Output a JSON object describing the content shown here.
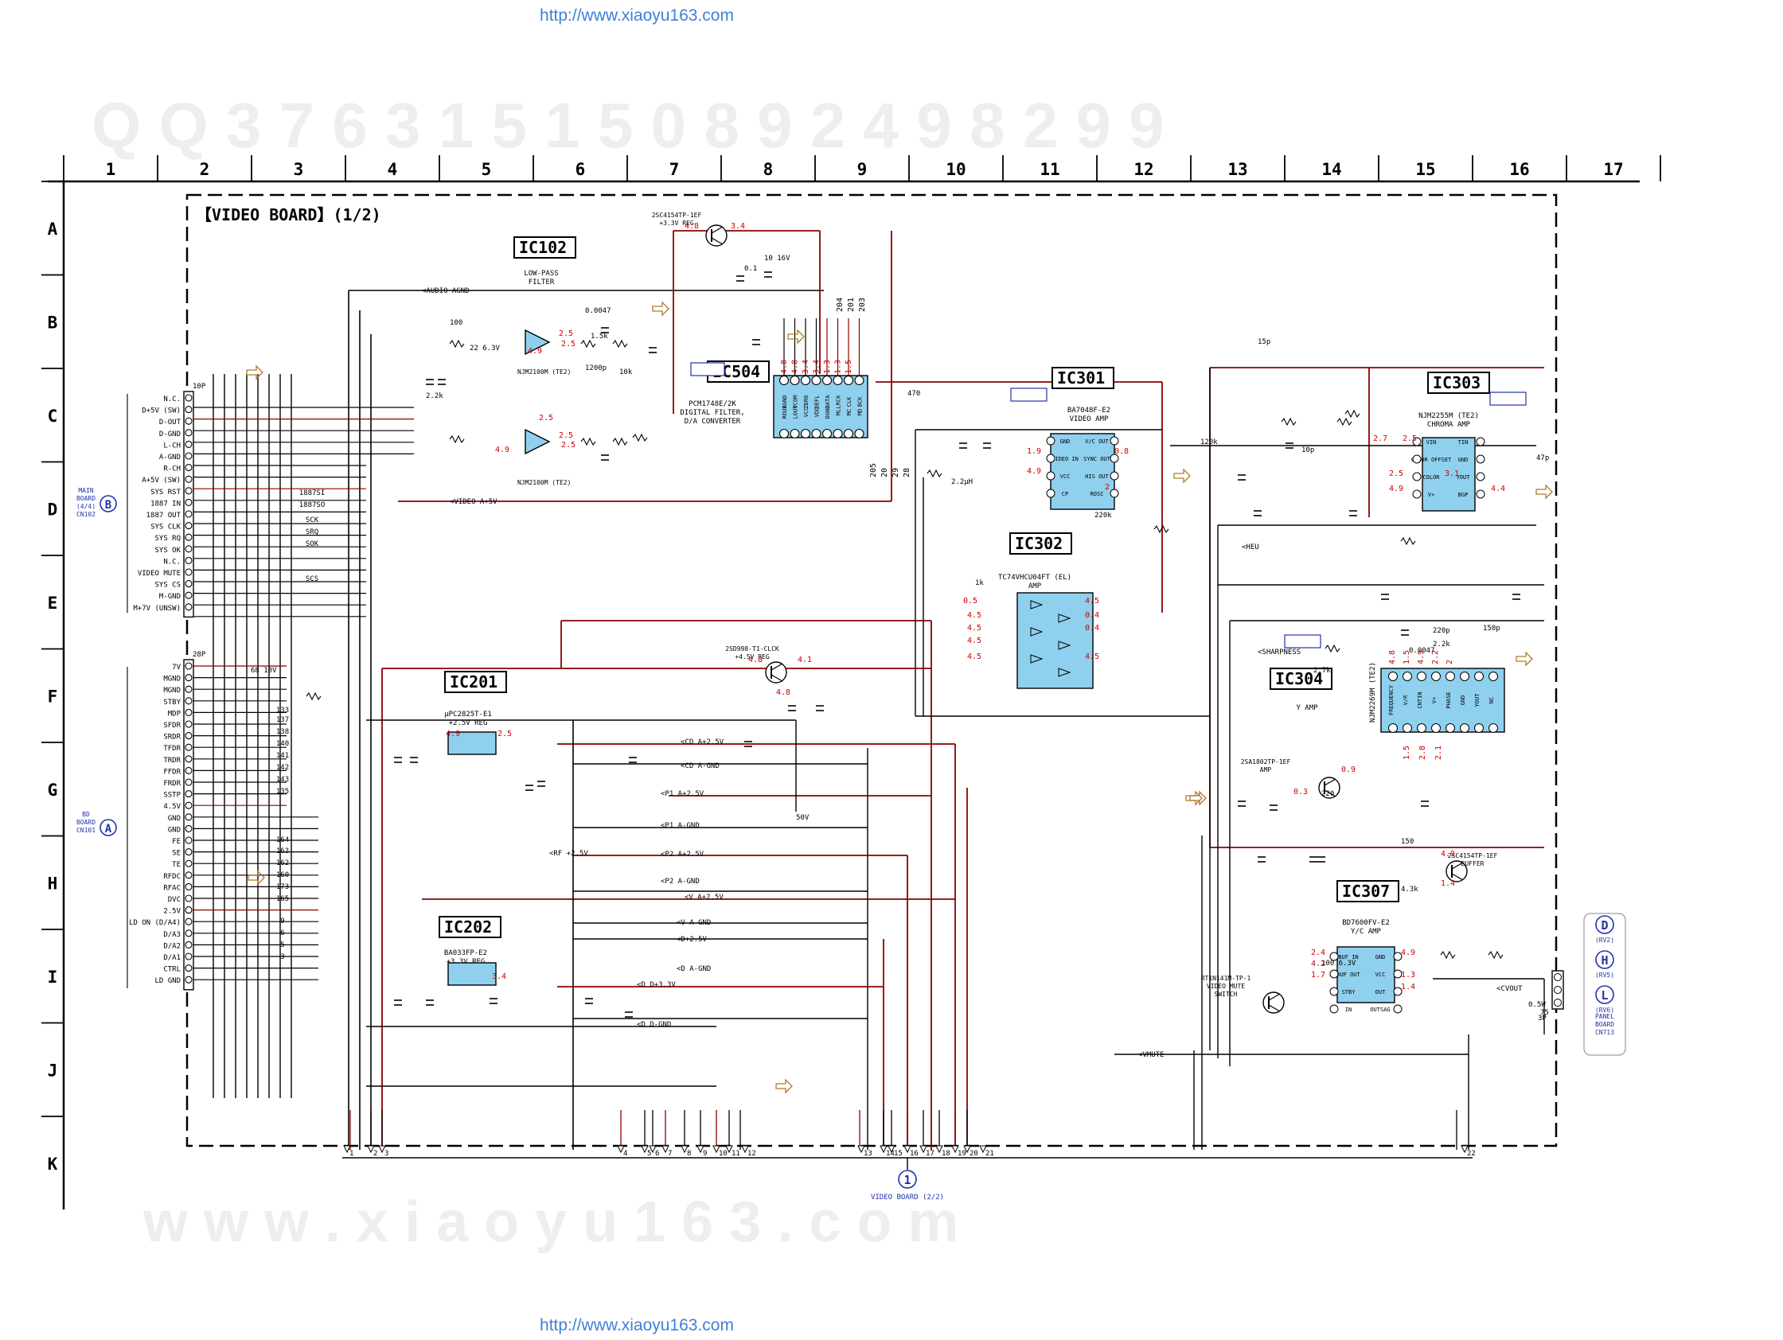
{
  "header_url": "http://www.xiaoyu163.com",
  "footer_url": "http://www.xiaoyu163.com",
  "watermark_top": "Q Q 3 7 6 3 1 5 1 5 0   8 9 2 4 9 8 2 9 9",
  "watermark_bottom": "w w w . x i a o y u 1 6 3 . c o m",
  "board_title": "【VIDEO BOARD】(1/2)",
  "columns": [
    "1",
    "2",
    "3",
    "4",
    "5",
    "6",
    "7",
    "8",
    "9",
    "10",
    "11",
    "12",
    "13",
    "14",
    "15",
    "16",
    "17"
  ],
  "rows": [
    "A",
    "B",
    "C",
    "D",
    "E",
    "F",
    "G",
    "H",
    "I",
    "J",
    "K"
  ],
  "colors": {
    "wire": "#000000",
    "power": "#8b0000",
    "voltage": "#d00000",
    "ic_fill": "#8fd0ee",
    "board_ref": "#2233aa"
  },
  "ics": [
    {
      "ref": "IC102",
      "desc": [
        "LOW-PASS",
        "FILTER"
      ]
    },
    {
      "ref": "IC504",
      "desc": [
        "PCM1748E/2K",
        "DIGITAL FILTER,",
        "D/A CONVERTER"
      ]
    },
    {
      "ref": "IC301",
      "desc": [
        "BA7048F-E2",
        "VIDEO AMP"
      ]
    },
    {
      "ref": "IC302",
      "desc": [
        "TC74VHCU04FT (EL)",
        "AMP"
      ]
    },
    {
      "ref": "IC303",
      "desc": [
        "NJM2255M (TE2)",
        "CHROMA AMP"
      ]
    },
    {
      "ref": "IC304",
      "desc": [
        "Y AMP"
      ]
    },
    {
      "ref": "IC201",
      "desc": [
        "μPC2825T-E1",
        "+2.5V REG"
      ]
    },
    {
      "ref": "IC202",
      "desc": [
        "BA033FP-E2",
        "+3.3V REG"
      ]
    },
    {
      "ref": "IC307",
      "desc": [
        "BD7600FV-E2",
        "Y/C AMP"
      ]
    }
  ],
  "transistor_labels": [
    [
      "2SC4154TP-1EF",
      "+3.3V REG"
    ],
    [
      "2SD998-T1-CLCK",
      "+4.5V REG"
    ],
    [
      "2SA1802TP-1EF",
      "AMP"
    ],
    [
      "2SC4154TP-1EF",
      "BUFFER"
    ],
    [
      "RT1N141M-TP-1",
      "VIDEO MUTE",
      "SWITCH"
    ]
  ],
  "ic102_parts": [
    "NJM2100M (TE2)",
    "NJM2100M (TE2)"
  ],
  "ic304_part": "NJM2269M (TE2)",
  "connector_main": {
    "header": "10P",
    "pins": [
      "N.C.",
      "D+5V (SW)",
      "D-OUT",
      "D-GND",
      "L-CH",
      "A-GND",
      "R-CH",
      "A+5V (SW)",
      "SYS RST",
      "1887 IN",
      "1887 OUT",
      "SYS CLK",
      "SYS RQ",
      "SYS OK",
      "N.C.",
      "VIDEO MUTE",
      "SYS CS",
      "M-GND",
      "M+7V (UNSW)"
    ],
    "board": [
      "MAIN",
      "BOARD",
      "(4/4)",
      "CN102"
    ],
    "marker": "B"
  },
  "connector_bd": {
    "header": "28P",
    "pins": [
      "7V",
      "MGND",
      "MGND",
      "STBY",
      "MDP",
      "SFDR",
      "SRDR",
      "TFDR",
      "TRDR",
      "FFDR",
      "FRDR",
      "SSTP",
      "4.5V",
      "GND",
      "GND",
      "FE",
      "SE",
      "TE",
      "RFDC",
      "RFAC",
      "DVC",
      "2.5V",
      "LD ON (D/A4)",
      "D/A3",
      "D/A2",
      "D/A1",
      "CTRL",
      "LD GND"
    ],
    "board": [
      "BD",
      "BOARD",
      "CN101"
    ],
    "marker": "A"
  },
  "signal_labels": [
    "1887SI",
    "1887SO",
    "SCK",
    "SRQ",
    "SOK",
    "SCS",
    "133",
    "137",
    "138",
    "140",
    "141",
    "142",
    "143",
    "135",
    "164",
    "163",
    "162",
    "160",
    "173",
    "165",
    "9",
    "6",
    "5",
    "3"
  ],
  "net_labels": [
    "AUDIO AGND",
    "VIDEO A+5V",
    "CD A+2.5V",
    "CD A-GND",
    "P1 A+2.5V",
    "P1 A-GND",
    "P2 A+2.5V",
    "P2 A-GND",
    "V A+2.5V",
    "V A-GND",
    "D+2.5V",
    "D A-GND",
    "D D+3.3V",
    "D D-GND",
    "RF +2.5V",
    "VMUTE",
    "HEU",
    "SHARPNESS",
    "CVOUT"
  ],
  "ic504_pins_top": [
    "ROUT",
    "LOUT",
    "VCC",
    "VDD",
    "DGND",
    "ML",
    "MC",
    "MD"
  ],
  "ic504_pins_bottom": [
    "AGND",
    "VCOM",
    "ZERO",
    "DEFL",
    "DATA",
    "LRCK",
    "CLK",
    "BCK"
  ],
  "ic504_nets": [
    "204",
    "201",
    "203",
    "205",
    "20",
    "29",
    "28"
  ],
  "ic301_pins": [
    "GND",
    "VIDEO IN",
    "VCC",
    "CP",
    "V/C OUT",
    "SYNC OUT",
    "HIS OUT",
    "ROSC"
  ],
  "ic303_pins": [
    "VIN",
    "COLOR OFFSET",
    "COLOR",
    "V+",
    "TIN",
    "GND",
    "YOUT",
    "BGP"
  ],
  "ic304_pins": [
    "FREQUENCY",
    "V/R",
    "CNTIN",
    "V+",
    "PHASE",
    "GND",
    "YOUT",
    "NC"
  ],
  "ic307_pins": [
    "BUF IN",
    "BUF OUT",
    "STBY",
    "IN",
    "GND",
    "VCC",
    "OUT",
    "OUTSAG"
  ],
  "right_boards": [
    {
      "marker": "D",
      "label": "(RV2)"
    },
    {
      "marker": "H",
      "label": "(RV5)"
    },
    {
      "marker": "L",
      "label": "(RV6)"
    }
  ],
  "panel_board": [
    "PANEL",
    "BOARD",
    "CN713"
  ],
  "panel_header": "3P",
  "bottom_ref": {
    "marker": "1",
    "label": "VIDEO BOARD (2/2)"
  },
  "bottom_pins": [
    "1",
    "2",
    "3",
    "4",
    "5",
    "6",
    "7",
    "8",
    "9",
    "10",
    "11",
    "12",
    "13",
    "14",
    "15",
    "16",
    "17",
    "18",
    "19",
    "20",
    "21",
    "22"
  ],
  "voltages": [
    "4.8",
    "3.4",
    "2.5",
    "2.5",
    "4.9",
    "2.5",
    "2.5",
    "4.9",
    "2.5",
    "4.8",
    "4.1",
    "4.8",
    "4.9",
    "2.5",
    "3.4",
    "2.7",
    "2.5",
    "2.5",
    "3.1",
    "4.9",
    "4.4",
    "0.5",
    "4.5",
    "4.5",
    "4.5",
    "4.5",
    "4.5",
    "0.4",
    "0.4",
    "4.5",
    "1.9",
    "0.8",
    "4.9",
    "2",
    "0.9",
    "0.3",
    "4.9",
    "1.4",
    "2.4",
    "4.2",
    "1.7",
    "4.9",
    "1.3",
    "1.4"
  ],
  "passives": [
    "0.0047",
    "1.5k",
    "10k",
    "1200p",
    "2.2k",
    "100",
    "0.1",
    "22 6.3V",
    "10 16V",
    "470",
    "2.2μH",
    "220k",
    "1k",
    "120k",
    "15p",
    "10p",
    "47p",
    "220",
    "150p",
    "2.2k",
    "2.7k",
    "0.0047",
    "220p",
    "150",
    "100 6.3V",
    "4.3k",
    "75",
    "0.5W",
    "68 10V",
    "50V"
  ]
}
